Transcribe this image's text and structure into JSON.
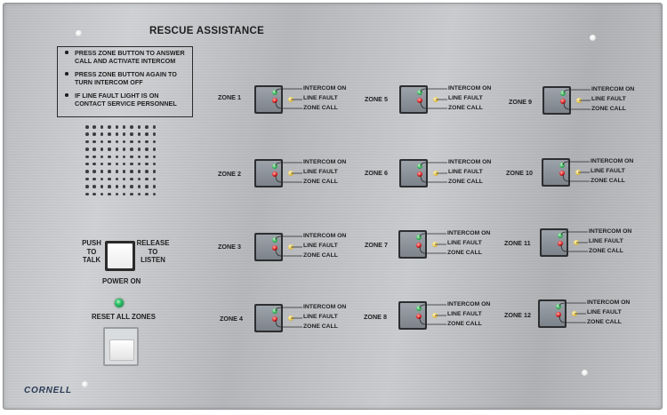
{
  "panel": {
    "title": "RESCUE ASSISTANCE",
    "brand": "CORNELL",
    "instructions": [
      "PRESS ZONE BUTTON TO ANSWER CALL AND ACTIVATE INTERCOM",
      "PRESS ZONE BUTTON AGAIN TO TURN INTERCOM OFF",
      "IF LINE FAULT LIGHT IS ON CONTACT SERVICE PERSONNEL"
    ],
    "push_label": [
      "PUSH",
      "TO",
      "TALK"
    ],
    "release_label": [
      "RELEASE",
      "TO",
      "LISTEN"
    ],
    "power_label": "POWER ON",
    "reset_label": "RESET ALL ZONES"
  },
  "indicator_labels": {
    "intercom": "INTERCOM ON",
    "fault": "LINE FAULT",
    "call": "ZONE CALL"
  },
  "zones": [
    {
      "label": "ZONE 1"
    },
    {
      "label": "ZONE 2"
    },
    {
      "label": "ZONE 3"
    },
    {
      "label": "ZONE 4"
    },
    {
      "label": "ZONE 5"
    },
    {
      "label": "ZONE 6"
    },
    {
      "label": "ZONE 7"
    },
    {
      "label": "ZONE 8"
    },
    {
      "label": "ZONE 9"
    },
    {
      "label": "ZONE 10"
    },
    {
      "label": "ZONE 11"
    },
    {
      "label": "ZONE 12"
    }
  ],
  "colors": {
    "led_green": "#35b35a",
    "led_yellow": "#e8c64a",
    "led_red": "#d91a1a",
    "power_led": "#2fc26a",
    "brand": "#2a3a55"
  }
}
